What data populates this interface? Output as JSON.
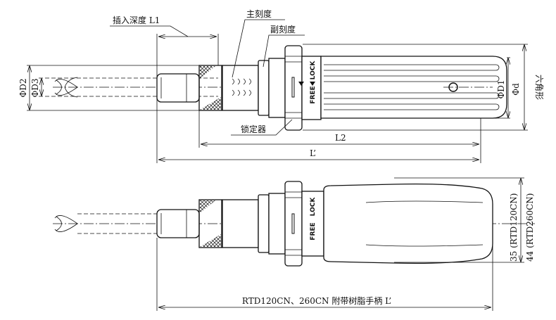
{
  "top_view": {
    "insertion_depth_label": "插入深度 L1",
    "main_scale_label": "主刻度",
    "sub_scale_label": "副刻度",
    "lock_label": "锁定器",
    "l2_label": "L2",
    "l_prime_label": "L’",
    "d2_label": "ΦD2",
    "d3_label": "ΦD3",
    "d1_label": "ΦD1",
    "d_label": "Φd",
    "hexagon_label": "六角形",
    "lock_text": "LOCK",
    "free_text": "FREE"
  },
  "bottom_view": {
    "lock_text": "LOCK",
    "free_text": "FREE",
    "dim_35_label": "35 (RTD120CN)",
    "dim_44_label": "44 (RTD260CN)",
    "length_label": "RTD120CN、260CN 附带树脂手柄 L’"
  }
}
